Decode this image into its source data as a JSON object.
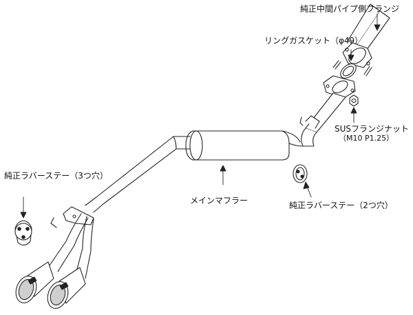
{
  "labels": {
    "flange": "純正中間パイプ側フランジ",
    "gasket": "リングガスケット（φ49）",
    "nut": "SUSフランジナット",
    "nut_spec": "（M10 P1.25）",
    "rubber3": "純正ラバーステー（3つ穴）",
    "main_muffler": "メインマフラー",
    "rubber2": "純正ラバーステー（2つ穴）"
  },
  "colors": {
    "line": "#222222",
    "fill": "#ffffff",
    "shade": "#cfcfcf"
  }
}
